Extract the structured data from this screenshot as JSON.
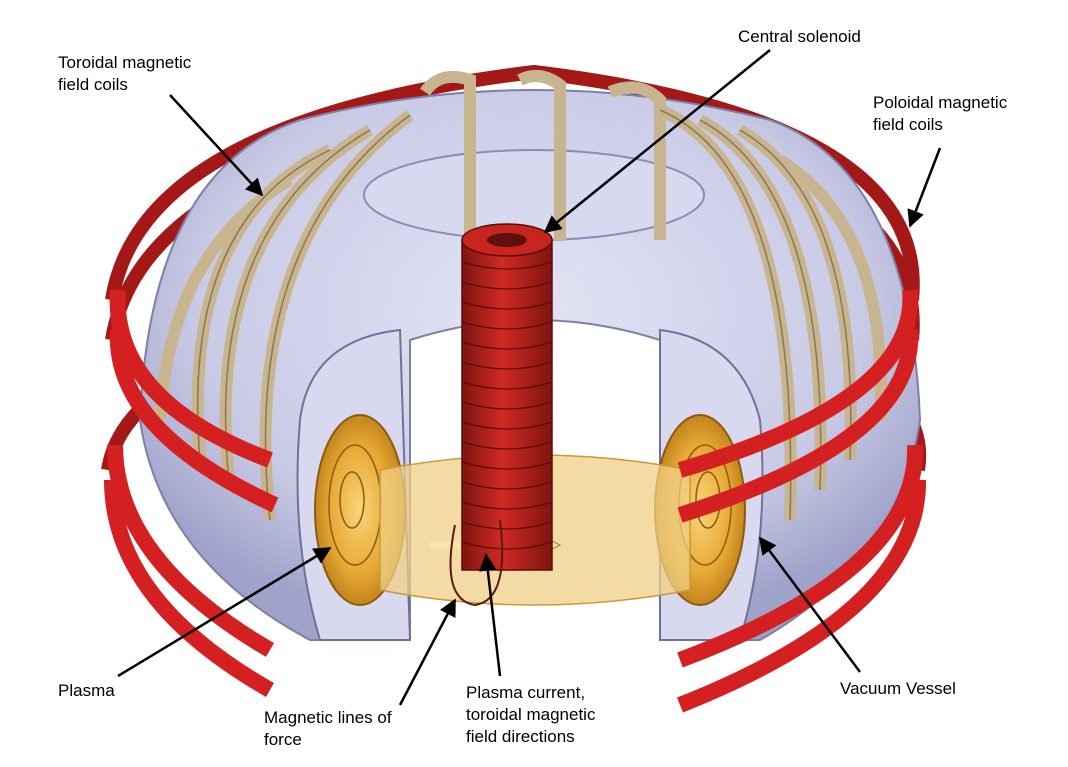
{
  "labels": {
    "toroidal_coils": [
      "Toroidal magnetic",
      "field coils"
    ],
    "central_solenoid": [
      "Central solenoid"
    ],
    "poloidal_coils": [
      "Poloidal magnetic",
      "field coils"
    ],
    "plasma": [
      "Plasma"
    ],
    "magnetic_lines": [
      "Magnetic lines of",
      "force"
    ],
    "plasma_current": [
      "Plasma current,",
      "toroidal magnetic",
      "field directions"
    ],
    "vacuum_vessel": [
      "Vacuum Vessel"
    ]
  },
  "colors": {
    "poloidal_coil": "#d42020",
    "toroidal_coil": "#c8b48e",
    "vessel": "#cbcde6",
    "plasma": "#e8a935",
    "solenoid": "#b8231d",
    "text": "#000000"
  }
}
